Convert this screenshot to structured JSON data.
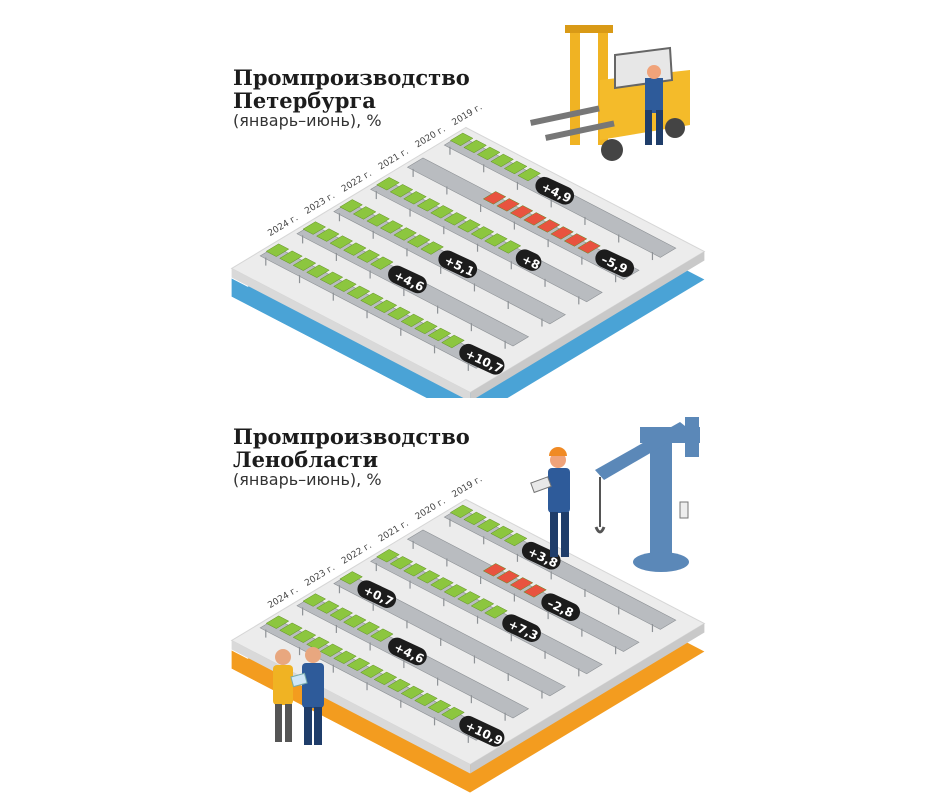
{
  "chart_data": [
    {
      "type": "bar",
      "title": "Промпроизводство Петербурга",
      "subtitle": "(январь–июнь), %",
      "categories": [
        "2024 г.",
        "2023 г.",
        "2022 г.",
        "2021 г.",
        "2020 г.",
        "2019 г."
      ],
      "values": [
        10.7,
        4.6,
        5.1,
        8,
        -5.9,
        4.9
      ],
      "value_labels": [
        "+10,7",
        "+4,6",
        "+5,1",
        "+8",
        "–5,9",
        "+4,9"
      ],
      "colors": {
        "positive": "#8cc63f",
        "negative": "#e8533f",
        "base": "#4aa3d6"
      }
    },
    {
      "type": "bar",
      "title": "Промпроизводство Ленобласти",
      "subtitle": "(январь–июнь), %",
      "categories": [
        "2024 г.",
        "2023 г.",
        "2022 г.",
        "2021 г.",
        "2020 г.",
        "2019 г."
      ],
      "values": [
        10.9,
        4.6,
        0.7,
        7.3,
        -2.8,
        3.8
      ],
      "value_labels": [
        "+10,9",
        "+4,6",
        "+0,7",
        "+7,3",
        "–2,8",
        "+3,8"
      ],
      "colors": {
        "positive": "#8cc63f",
        "negative": "#e8533f",
        "base": "#f39c1f"
      }
    }
  ],
  "panels": [
    {
      "title_line1": "Промпроизводство",
      "title_line2": "Петербурга",
      "subtitle": "(январь–июнь), %"
    },
    {
      "title_line1": "Промпроизводство",
      "title_line2": "Ленобласти",
      "subtitle": "(январь–июнь), %"
    }
  ]
}
